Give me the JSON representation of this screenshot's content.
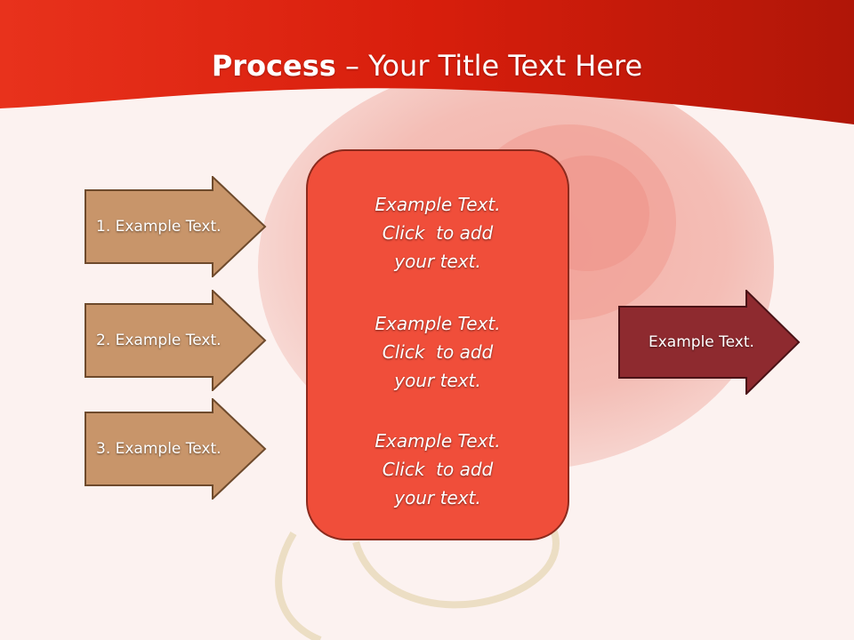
{
  "slide": {
    "title_bold": "Process",
    "title_rest": " – Your Title Text Here"
  },
  "left_arrows": [
    {
      "label": "1. Example Text."
    },
    {
      "label": "2. Example Text."
    },
    {
      "label": "3. Example Text."
    }
  ],
  "center_box": {
    "items": [
      {
        "line1": "Example Text.",
        "line2": "Click  to add",
        "line3": "your text."
      },
      {
        "line1": "Example Text.",
        "line2": "Click  to add",
        "line3": "your text."
      },
      {
        "line1": "Example Text.",
        "line2": "Click  to add",
        "line3": "your text."
      }
    ]
  },
  "right_arrow": {
    "label": "Example Text."
  },
  "colors": {
    "header_red": "#e32410",
    "left_arrow_fill": "#c8956a",
    "center_box_fill": "#f04e3a",
    "right_arrow_fill": "#8e2a2f"
  }
}
